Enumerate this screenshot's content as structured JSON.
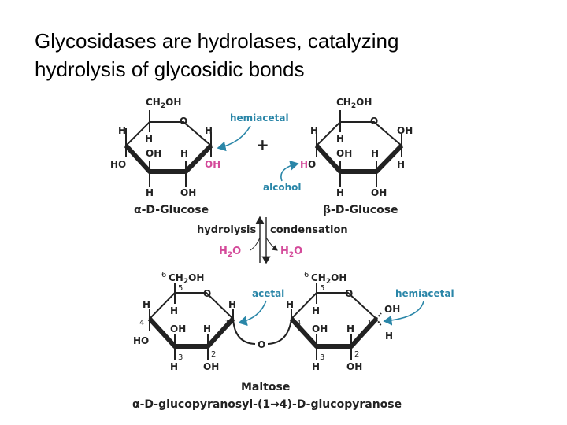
{
  "title": {
    "line1": "Glycosidases are hydrolases, catalyzing",
    "line2": "hydrolysis of glycosidic bonds"
  },
  "colors": {
    "blue": "#2a86a8",
    "pink": "#d44a9a",
    "ink": "#222222"
  },
  "labels": {
    "ch2": "CH",
    "two": "2",
    "oh_part": "OH",
    "o": "O",
    "h": "H",
    "oh": "OH",
    "ho": "HO",
    "plus": "+",
    "hemiacetal": "hemiacetal",
    "alcohol": "alcohol",
    "acetal": "acetal",
    "alpha_glucose": "α-D-Glucose",
    "beta_glucose": "β-D-Glucose",
    "hydrolysis": "hydrolysis",
    "condensation": "condensation",
    "water_h": "H",
    "water_o": "O",
    "maltose": "Maltose",
    "systematic_name": "α-D-glucopyranosyl-(1→4)-D-glucopyranose",
    "six": "6",
    "five": "5",
    "four": "4",
    "three": "3",
    "one": "1"
  }
}
